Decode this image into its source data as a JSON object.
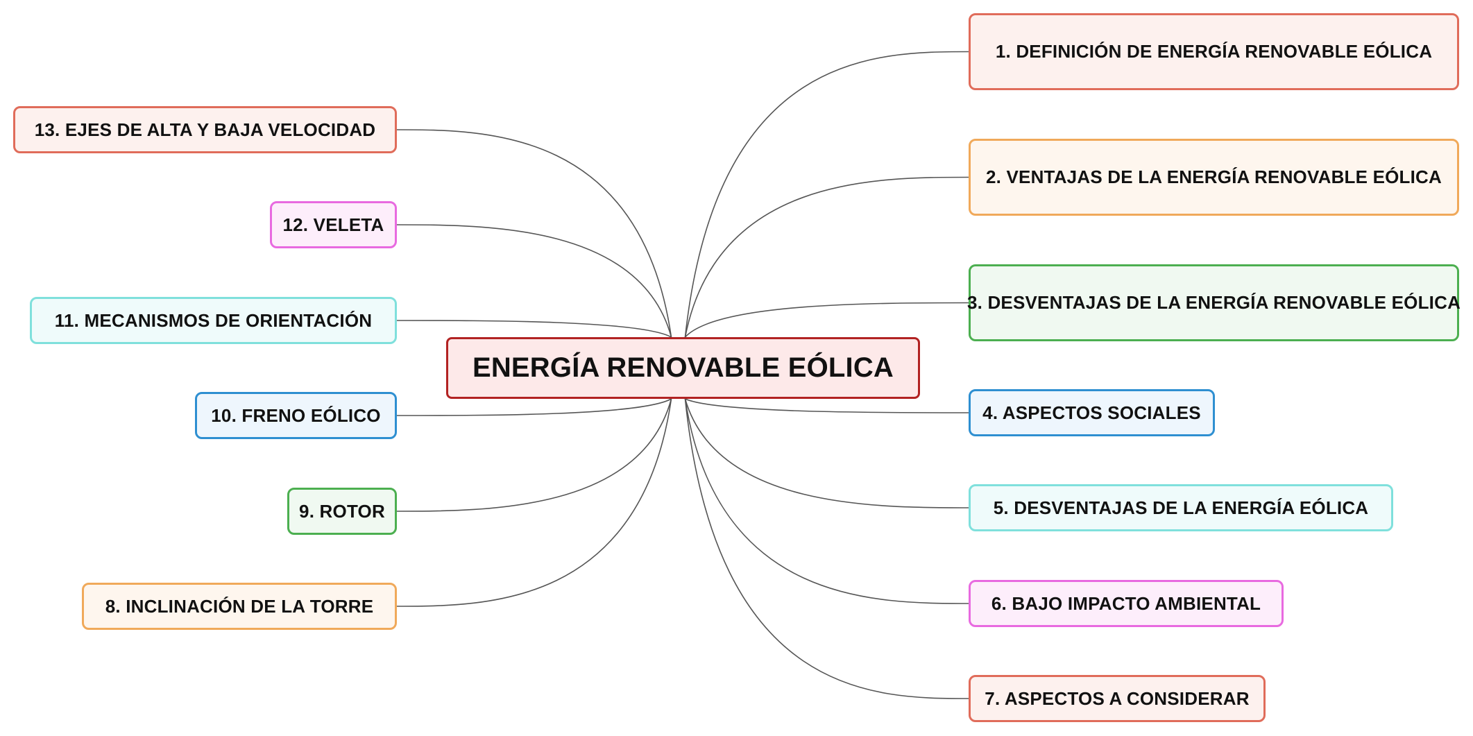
{
  "mindmap": {
    "root": {
      "label": "ENERGÍA RENOVABLE EÓLICA",
      "border_color": "#b22222",
      "fill_color": "#fde9e9"
    },
    "branches": [
      {
        "label": "1. DEFINICIÓN DE ENERGÍA RENOVABLE EÓLICA",
        "side": "right",
        "border_color": "#e06c5a",
        "fill_color": "#fdf1ee"
      },
      {
        "label": "2. VENTAJAS DE LA ENERGÍA RENOVABLE EÓLICA",
        "side": "right",
        "border_color": "#f0a95a",
        "fill_color": "#fef6ee"
      },
      {
        "label": "3. DESVENTAJAS DE LA ENERGÍA RENOVABLE EÓLICA",
        "side": "right",
        "border_color": "#4caf50",
        "fill_color": "#f0f9f1"
      },
      {
        "label": "4. ASPECTOS SOCIALES",
        "side": "right",
        "border_color": "#2e8fd1",
        "fill_color": "#eef6fd"
      },
      {
        "label": "5. DESVENTAJAS DE LA ENERGÍA EÓLICA",
        "side": "right",
        "border_color": "#7fe0dc",
        "fill_color": "#effbfb"
      },
      {
        "label": "6. BAJO IMPACTO AMBIENTAL",
        "side": "right",
        "border_color": "#e86ae0",
        "fill_color": "#fdeefb"
      },
      {
        "label": "7. ASPECTOS A CONSIDERAR",
        "side": "right",
        "border_color": "#e06c5a",
        "fill_color": "#fdf1ee"
      },
      {
        "label": "8. INCLINACIÓN DE LA TORRE",
        "side": "left",
        "border_color": "#f0a95a",
        "fill_color": "#fef6ee"
      },
      {
        "label": "9. ROTOR",
        "side": "left",
        "border_color": "#4caf50",
        "fill_color": "#f0f9f1"
      },
      {
        "label": "10. FRENO EÓLICO",
        "side": "left",
        "border_color": "#2e8fd1",
        "fill_color": "#eef6fd"
      },
      {
        "label": "11. MECANISMOS DE ORIENTACIÓN",
        "side": "left",
        "border_color": "#7fe0dc",
        "fill_color": "#effbfb"
      },
      {
        "label": "12. VELETA",
        "side": "left",
        "border_color": "#e86ae0",
        "fill_color": "#fdeefb"
      },
      {
        "label": "13. EJES DE ALTA Y BAJA VELOCIDAD",
        "side": "left",
        "border_color": "#e06c5a",
        "fill_color": "#fdf1ee"
      }
    ],
    "connector_color": "#555555"
  }
}
